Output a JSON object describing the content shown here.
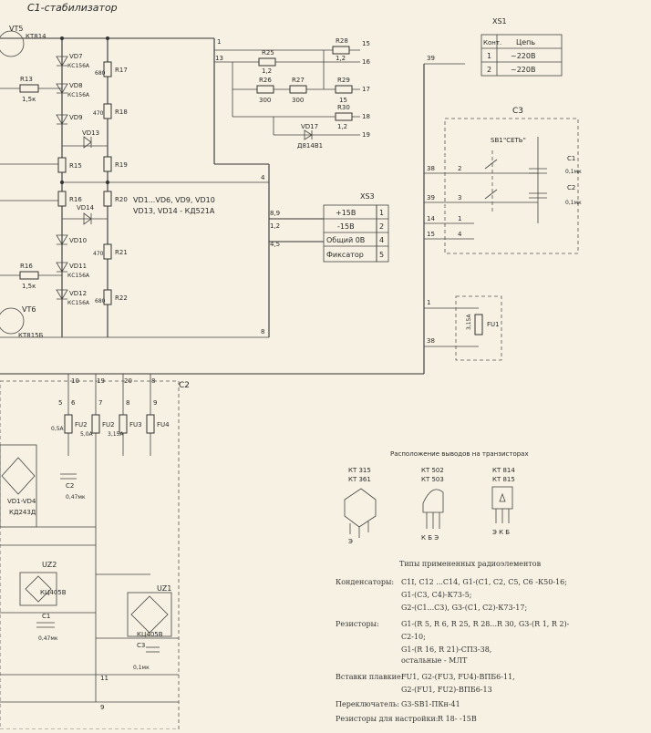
{
  "titles": {
    "c1": "С1-стабилизатор",
    "c2": "С2",
    "c3": "С3"
  },
  "connectors": {
    "xs1": {
      "name": "XS1",
      "header": [
        "Конт.",
        "Цепь"
      ],
      "rows": [
        [
          "1",
          "~220В"
        ],
        [
          "2",
          "~220В"
        ]
      ]
    },
    "xs3": {
      "name": "XS3",
      "rows": [
        [
          "+15В",
          "1"
        ],
        [
          "-15В",
          "2"
        ],
        [
          "Общий 0В",
          "4"
        ],
        [
          "Фиксатор",
          "5"
        ]
      ]
    }
  },
  "components": {
    "vt5": "VT5",
    "vt5_type": "КТ814",
    "vt6": "VT6",
    "vt6_type": "КТ815Б",
    "r13": "R13",
    "r13_val": "1,5к",
    "r16": "R16",
    "r16_val": "1,5к",
    "vd7": "VD7",
    "vd7_type": "КС156А",
    "vd8": "VD8",
    "vd8_type": "КС156А",
    "vd9": "VD9",
    "vd10": "VD10",
    "vd11": "VD11",
    "vd11_type": "КС156А",
    "vd12": "VD12",
    "vd12_type": "КС156А",
    "vd13": "VD13",
    "vd14": "VD14",
    "r15": "R15",
    "r16b": "R16",
    "r17": "R17",
    "r17_val": "680",
    "r18": "R18",
    "r18_val": "470",
    "r19": "R19",
    "r20": "R20",
    "r21": "R21",
    "r21_val": "470",
    "r22": "R22",
    "r22_val": "680",
    "diode_note1": "VD1...VD6, VD9, VD10",
    "diode_note2": "VD13, VD14 - КД521А",
    "r25": "R25",
    "r25_val": "1,2",
    "r26": "R26",
    "r26_val": "300",
    "r27": "R27",
    "r27_val": "300",
    "r28": "R28",
    "r28_val": "1,2",
    "r29": "R29",
    "r29_val": "15",
    "r30": "R30",
    "r30_val": "1,2",
    "vd17": "VD17",
    "vd17_type": "Д814В1",
    "sb1": "SB1",
    "sb1_label": "\"СЕТЬ\"",
    "c1": "C1",
    "c1_val": "0,1мк",
    "c2": "C2",
    "c2_val": "0,1мк",
    "fu1": "FU1",
    "fu1_val": "3,15А",
    "fu2": "FU2",
    "fu3": "FU3",
    "fu4": "FU4",
    "fu_val1": "0,5А",
    "fu_val2": "5,0А",
    "fu_val3": "3,15А",
    "vd_bridge": "VD1-VD4",
    "vd_bridge_type": "КД243Д",
    "c2_low": "C2",
    "c2_low_val": "0,47мк",
    "uz2": "UZ2",
    "uz2_type": "КЦ405В",
    "uz1": "UZ1",
    "uz1_type": "КЦ405В",
    "c1_low": "C1",
    "c1_low_val": "0,47мк",
    "c3_low": "C3",
    "c3_low_val": "0,1мк"
  },
  "pins": {
    "p1": "1",
    "p13": "13",
    "p15": "15",
    "p16": "16",
    "p17": "17",
    "p18": "18",
    "p19": "19",
    "p4": "4",
    "p8": "8",
    "p89": "8,9",
    "p12": "1,2",
    "p45": "4,5",
    "p39": "39",
    "p38": "38",
    "p39b": "39",
    "p14": "14",
    "p15b": "15",
    "p2": "2",
    "p3": "3",
    "p1b": "1",
    "p4b": "4",
    "p1c": "1",
    "p38b": "38",
    "top_10": "10",
    "top_19": "19",
    "top_20": "20",
    "top_8": "8",
    "pin_5": "5",
    "pin_6": "6",
    "pin_7": "7",
    "pin_8": "8",
    "pin_9": "9",
    "pin_11": "11",
    "pin_9b": "9"
  },
  "transistor_pins": {
    "title": "Расположение выводов на транзисторах",
    "g1": {
      "line1": "КТ 315",
      "line2": "КТ 361",
      "pins": "Э"
    },
    "g2": {
      "line1": "КТ 502",
      "line2": "КТ 503",
      "pins": "К Б Э"
    },
    "g3": {
      "line1": "КТ 814",
      "line2": "КТ 815",
      "pins": "Э К Б"
    }
  },
  "parts_list": {
    "title": "Типы примененных радиоэлементов",
    "groups": [
      {
        "label": "Конденсаторы:",
        "lines": [
          "С1I, С12 ...С14, G1-(C1, C2, C5, C6  -К50-16;",
          "G1-(С3, С4)-К73-5;",
          "G2-(С1...С3), G3-(С1, С2)-К73-17;"
        ]
      },
      {
        "label": "Резисторы:",
        "lines": [
          "G1-(R 5, R 6, R 25, R 28...R 30, G3-(R 1,  R 2)-",
          "С2-10;",
          "G1-(R 16, R 21)-СП3-38,",
          "остальные - МЛТ"
        ]
      },
      {
        "label": "Вставки плавкие:",
        "lines": [
          "FU1, G2-(FU3, FU4)-ВПБ6-11,",
          "G2-(FU1, FU2)-ВПБ6-13"
        ]
      },
      {
        "label": "Переключатель:",
        "lines": [
          "G3-SB1-ПКн-41"
        ]
      },
      {
        "label": "Резисторы для настройки:",
        "lines": [
          "R 18- -15В"
        ]
      }
    ]
  },
  "colors": {
    "paper": "#f6f1e2",
    "ink": "#333333"
  }
}
